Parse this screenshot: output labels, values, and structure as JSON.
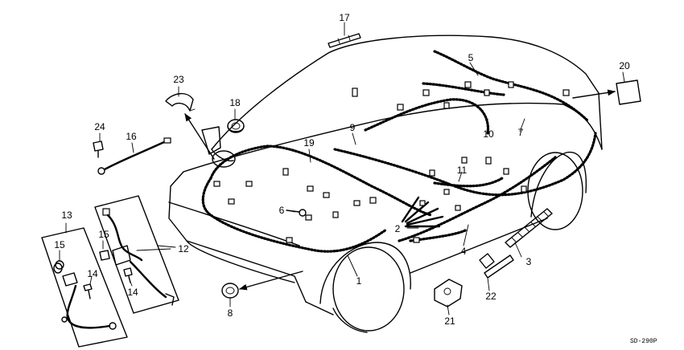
{
  "diagram": {
    "type": "exploded parts diagram",
    "subject": "wire harness",
    "drawing_code": "SD-290P",
    "part_labels": [
      "1",
      "2",
      "3",
      "4",
      "5",
      "6",
      "7",
      "8",
      "9",
      "10",
      "11",
      "12",
      "13",
      "14",
      "14",
      "15",
      "15",
      "16",
      "17",
      "18",
      "19",
      "20",
      "21",
      "22",
      "23",
      "24"
    ]
  }
}
